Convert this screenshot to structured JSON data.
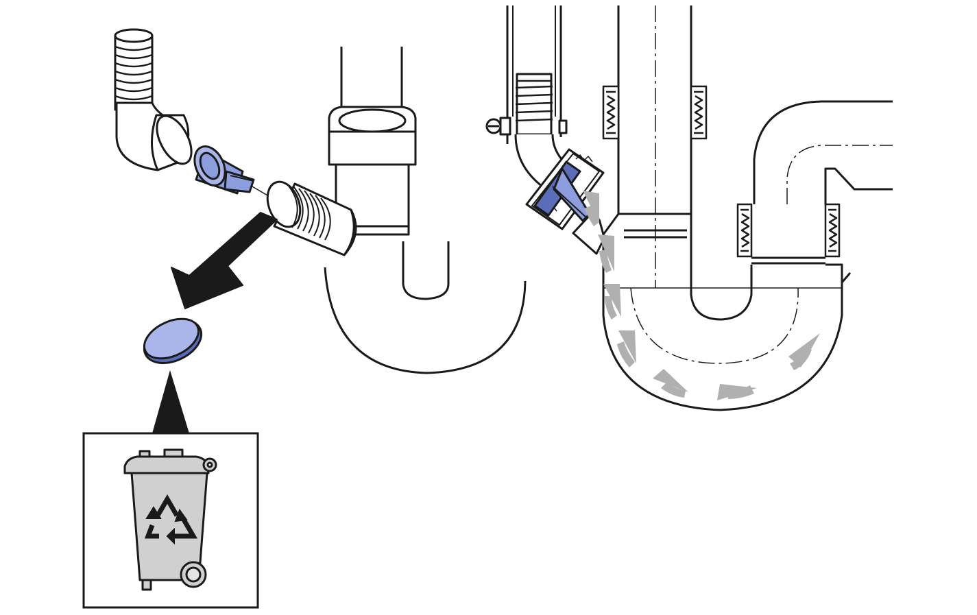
{
  "diagram": {
    "kind": "installation-instruction-illustration",
    "panels": [
      {
        "id": "remove-cap",
        "contents": [
          "elbow-hose-connector",
          "non-return-valve",
          "siphon-threaded-spout",
          "sealing-cap",
          "disposal-arrow"
        ]
      },
      {
        "id": "disposal",
        "contents": [
          "sealing-cap",
          "recycling-bin"
        ]
      },
      {
        "id": "installed-valve",
        "contents": [
          "drain-hose-connector",
          "non-return-valve",
          "siphon-trap",
          "water-flow-arrows"
        ]
      }
    ]
  },
  "colors": {
    "line": "#1a1a1a",
    "background": "#ffffff",
    "valve": "#8d9ee0",
    "valve_dark": "#5b6cb8",
    "cap": "#aab6ea",
    "bin": "#d0d0d0",
    "flow_arrow": "#b0b0b0"
  },
  "icons": {
    "bin_symbol": "recycle-icon"
  }
}
